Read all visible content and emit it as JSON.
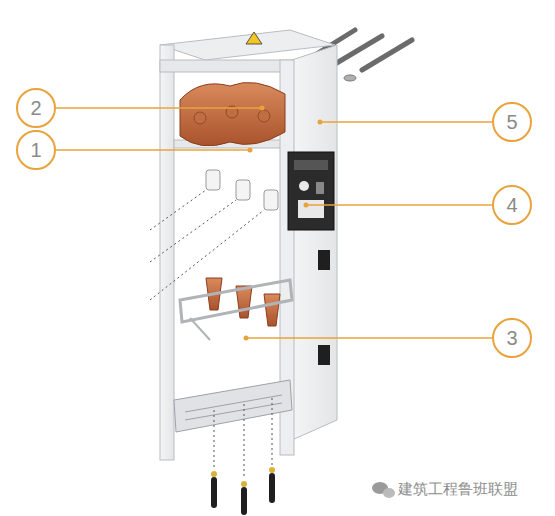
{
  "diagram": {
    "nodes": [
      {
        "text": [
          "2"
        ]
      },
      {
        "text": [
          "1"
        ]
      },
      {
        "text": [
          "5"
        ]
      },
      {
        "text": [
          "4"
        ]
      },
      {
        "text": [
          "3"
        ]
      }
    ],
    "labels": [
      "建筑工程鲁班联盟"
    ]
  }
}
